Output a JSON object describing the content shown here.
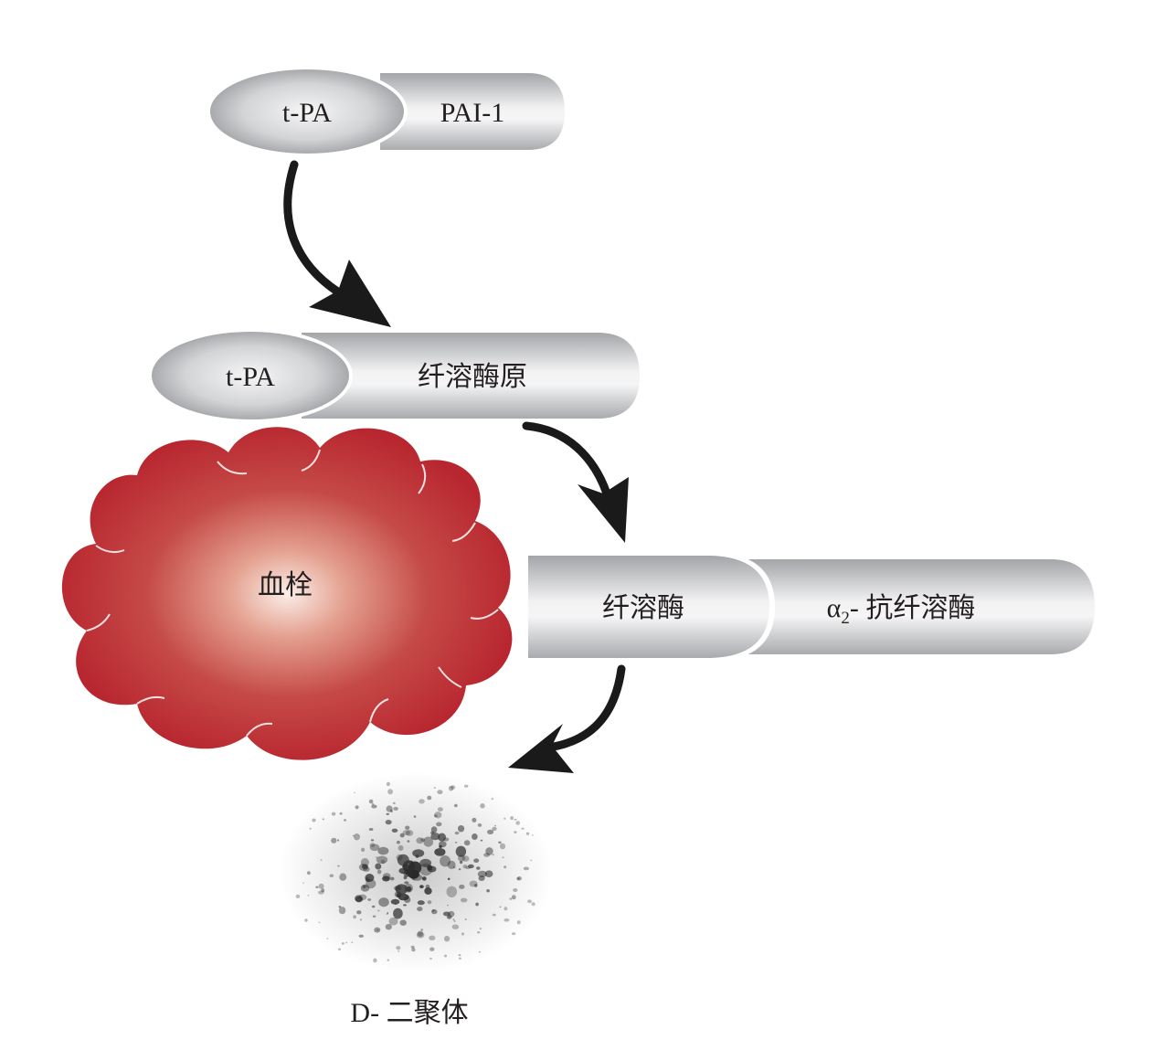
{
  "diagram": {
    "complex_1": {
      "left_label": "t-PA",
      "right_label": "PAI-1"
    },
    "complex_2": {
      "left_label": "t-PA",
      "right_label": "纤溶酶原"
    },
    "clot_label": "血栓",
    "complex_3": {
      "left_label": "纤溶酶",
      "right_alpha": "α",
      "right_sub": "2",
      "right_rest": "- 抗纤溶酶"
    },
    "product_label": "D- 二聚体",
    "colors": {
      "clot_outer": "#b8262f",
      "clot_center": "#fbeee8",
      "capsule_dark": "#9c9ea1",
      "capsule_light": "#f4f4f5",
      "arrow": "#1a1a1a",
      "text": "#231f20"
    }
  }
}
